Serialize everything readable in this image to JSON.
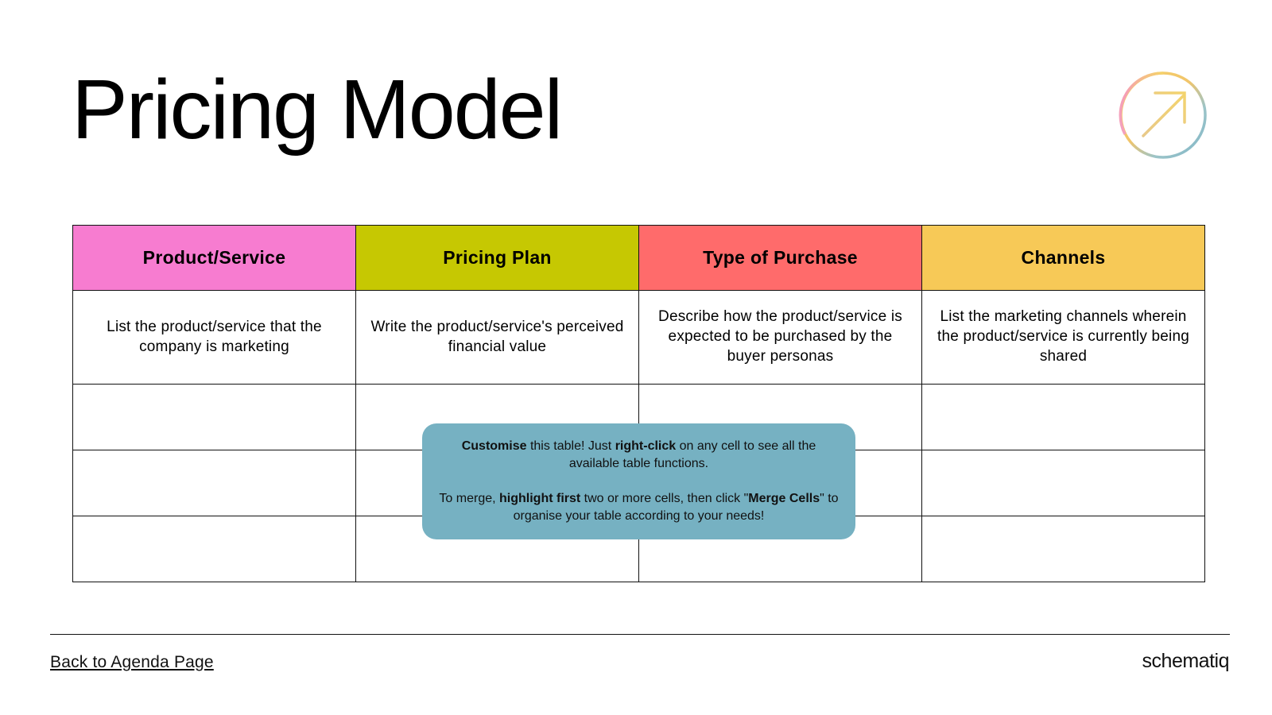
{
  "slide": {
    "title": "Pricing Model"
  },
  "colors": {
    "product_header": "#f77cd0",
    "pricing_header": "#c6c802",
    "purchase_header": "#ff6b6b",
    "channels_header": "#f7c957",
    "callout_bg": "#76b1c2"
  },
  "table": {
    "headers": [
      "Product/Service",
      "Pricing Plan",
      "Type of Purchase",
      "Channels"
    ],
    "descriptions": [
      "List the product/service that the company is marketing",
      "Write the product/service's perceived financial value",
      "Describe how the product/service is expected to be purchased by the buyer personas",
      "List the marketing channels wherein the product/service is currently being shared"
    ]
  },
  "callout": {
    "p1_bold1": "Customise",
    "p1_text1": " this table! Just ",
    "p1_bold2": "right-click",
    "p1_text2": " on any cell to see all the available table functions.",
    "p2_text1": "To merge, ",
    "p2_bold1": "highlight first",
    "p2_text2": " two or more cells, then click \"",
    "p2_bold2": "Merge Cells",
    "p2_text3": "\" to organise your table according to your needs!"
  },
  "footer": {
    "back_link": "Back to Agenda Page",
    "brand": "schematiq"
  },
  "icons": {
    "badge": "arrow-up-right-circle-icon"
  }
}
